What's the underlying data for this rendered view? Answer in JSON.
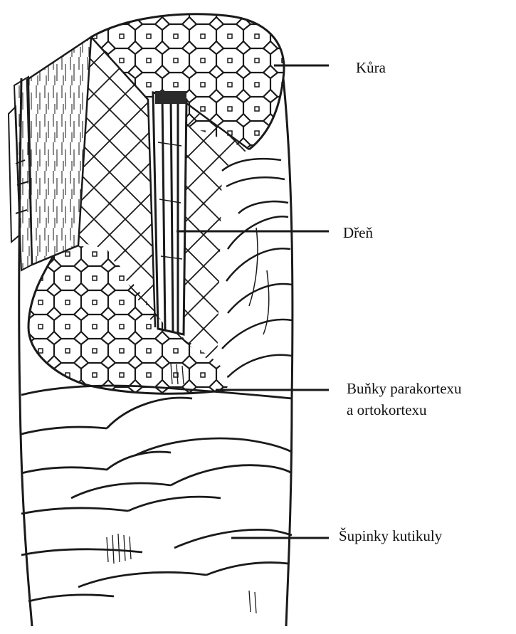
{
  "labels": {
    "cortex": "Kůra",
    "medulla": "Dřeň",
    "cells_line1": "Buňky parakortexu",
    "cells_line2": "a ortokortexu",
    "cuticle": "Šupinky kutikuly"
  }
}
